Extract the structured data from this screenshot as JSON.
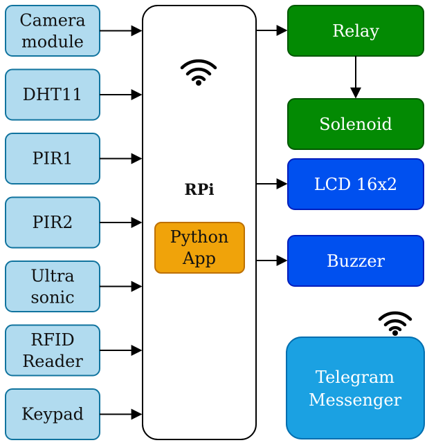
{
  "colors": {
    "sensor_fill": "#b1dbef",
    "sensor_stroke": "#10739e",
    "green_fill": "#038a03",
    "green_stroke": "#005700",
    "blue_fill": "#0050ef",
    "blue_stroke": "#001dbc",
    "app_fill": "#f0a30a",
    "app_stroke": "#bd7000",
    "telegram_fill": "#1ba1e2",
    "telegram_stroke": "#006eaf",
    "line": "#000000"
  },
  "inputs": [
    {
      "id": "camera",
      "lines": [
        "Camera",
        "module"
      ]
    },
    {
      "id": "dht11",
      "lines": [
        "DHT11"
      ]
    },
    {
      "id": "pir1",
      "lines": [
        "PIR1"
      ]
    },
    {
      "id": "pir2",
      "lines": [
        "PIR2"
      ]
    },
    {
      "id": "ultrasonic",
      "lines": [
        "Ultra",
        "sonic"
      ]
    },
    {
      "id": "rfid",
      "lines": [
        "RFID",
        "Reader"
      ]
    },
    {
      "id": "keypad",
      "lines": [
        "Keypad"
      ]
    }
  ],
  "controller": {
    "label": "RPi",
    "app_lines": [
      "Python",
      "App"
    ],
    "icon": "wifi-icon"
  },
  "outputs": {
    "relay": "Relay",
    "solenoid": "Solenoid",
    "lcd": "LCD 16x2",
    "buzzer": "Buzzer"
  },
  "telegram": {
    "lines": [
      "Telegram",
      "Messenger"
    ],
    "icon": "wifi-icon"
  }
}
